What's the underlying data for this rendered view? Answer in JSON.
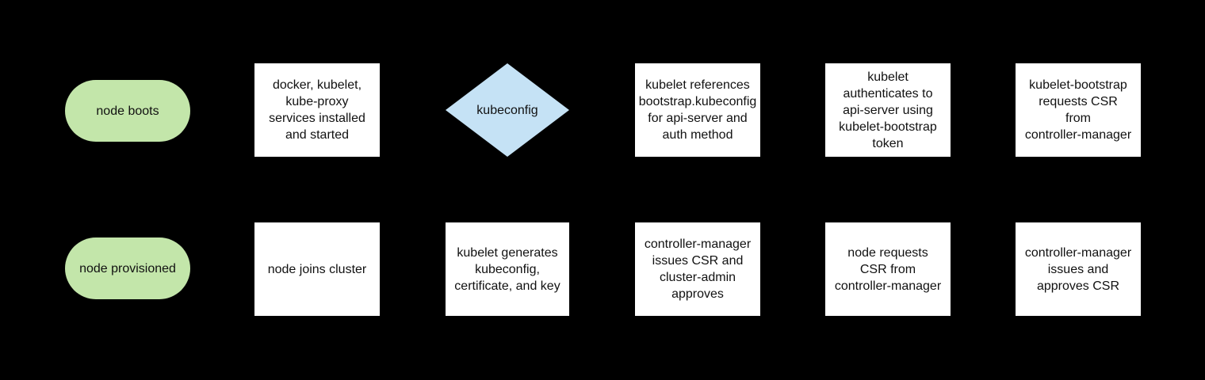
{
  "diagram": {
    "description": "Kubernetes node bootstrap flowchart",
    "colors": {
      "background": "#000000",
      "terminal_fill": "#c3e6aa",
      "decision_fill": "#c5e2f5",
      "process_fill": "#ffffff",
      "text": "#111111"
    },
    "nodes": [
      {
        "id": "node-boots",
        "shape": "terminal",
        "row": 1,
        "col": 1,
        "label": "node boots"
      },
      {
        "id": "services-installed",
        "shape": "process",
        "row": 1,
        "col": 2,
        "label": "docker, kubelet,\nkube-proxy\nservices installed\nand started"
      },
      {
        "id": "kubeconfig-decision",
        "shape": "decision",
        "row": 1,
        "col": 3,
        "label": "kubeconfig"
      },
      {
        "id": "kubelet-references",
        "shape": "process",
        "row": 1,
        "col": 4,
        "label": "kubelet references\nbootstrap.kubeconfig\nfor api-server and\nauth method"
      },
      {
        "id": "kubelet-authenticates",
        "shape": "process",
        "row": 1,
        "col": 5,
        "label": "kubelet\nauthenticates to\napi-server using\nkubelet-bootstrap\ntoken"
      },
      {
        "id": "bootstrap-requests-csr",
        "shape": "process",
        "row": 1,
        "col": 6,
        "label": "kubelet-bootstrap\nrequests CSR\nfrom\ncontroller-manager"
      },
      {
        "id": "node-provisioned",
        "shape": "terminal",
        "row": 2,
        "col": 1,
        "label": "node provisioned"
      },
      {
        "id": "node-joins-cluster",
        "shape": "process",
        "row": 2,
        "col": 2,
        "label": "node joins cluster"
      },
      {
        "id": "kubelet-generates",
        "shape": "process",
        "row": 2,
        "col": 3,
        "label": "kubelet generates\nkubeconfig,\ncertificate, and key"
      },
      {
        "id": "cm-issues-admin-approves",
        "shape": "process",
        "row": 2,
        "col": 4,
        "label": "controller-manager\nissues CSR and\ncluster-admin\napproves"
      },
      {
        "id": "node-requests-csr",
        "shape": "process",
        "row": 2,
        "col": 5,
        "label": "node requests\nCSR from\ncontroller-manager"
      },
      {
        "id": "cm-issues-approves-csr",
        "shape": "process",
        "row": 2,
        "col": 6,
        "label": "controller-manager\nissues and\napproves CSR"
      }
    ]
  }
}
